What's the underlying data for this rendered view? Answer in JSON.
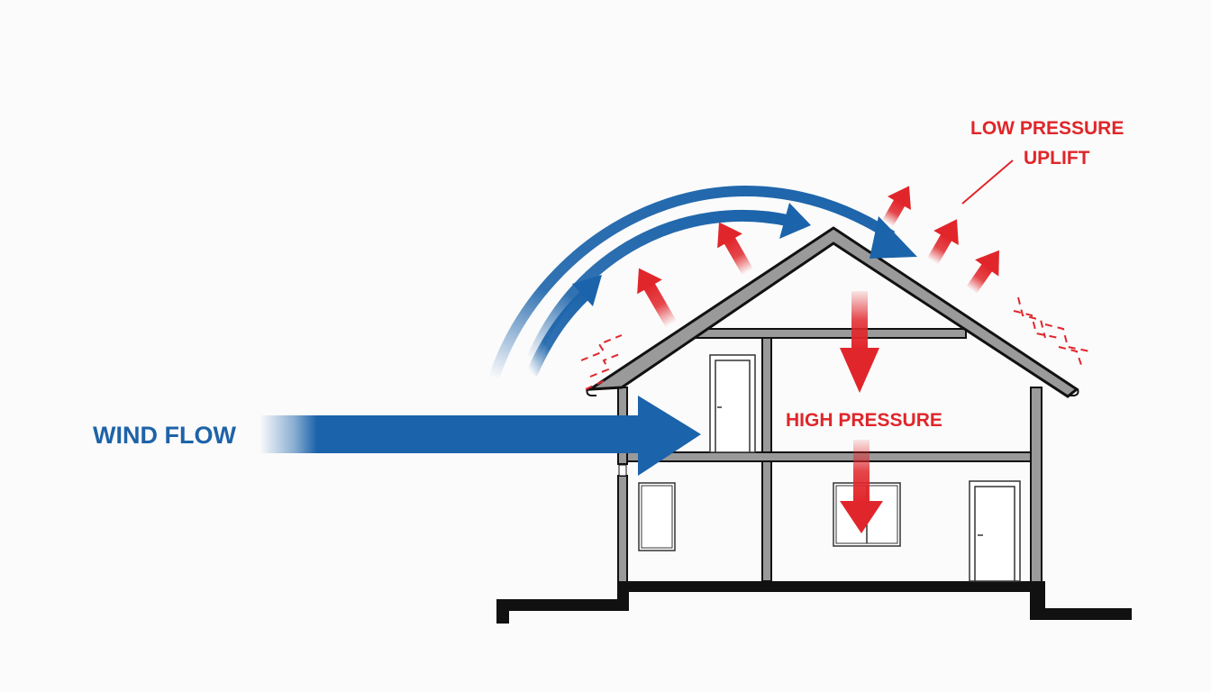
{
  "labels": {
    "wind_flow": "WIND FLOW",
    "high_pressure": "HIGH PRESSURE",
    "low_pressure_line1": "LOW PRESSURE",
    "low_pressure_line2": "UPLIFT"
  },
  "colors": {
    "wind_blue": "#1b63aa",
    "pressure_red": "#e1262b",
    "wall_gray": "#9a9a9a",
    "outline": "#111111",
    "background": "#fbfbfb"
  },
  "elements": {
    "house": "two-storey gable house cross-section",
    "wind_arrows": [
      "horizontal wind arrow into wall",
      "curved arrows over roof (3)"
    ],
    "uplift_arrows": [
      "red arrows pointing away from roof (6)"
    ],
    "pressure_arrows": [
      "red downward arrows inside house (2)"
    ],
    "turbulence": [
      "dashed red marks at left eave",
      "dashed red marks at right eave"
    ]
  }
}
